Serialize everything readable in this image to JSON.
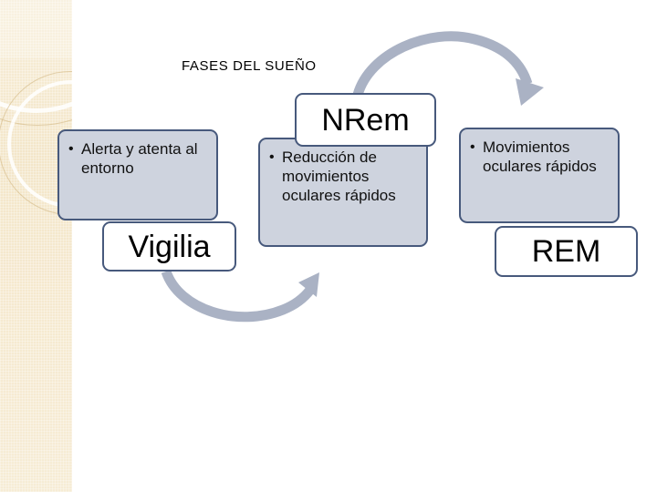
{
  "slide": {
    "title": "FASES DEL SUEÑO",
    "background_color": "#ffffff",
    "side_band_color": "#f3e6c9"
  },
  "theme": {
    "box_fill": "#ced3de",
    "box_border": "#47597c",
    "label_fill": "#ffffff",
    "arrow_color": "#aab2c4",
    "text_color": "#111111"
  },
  "stages": [
    {
      "id": "vigilia",
      "label": "Vigilia",
      "bullets": [
        "Alerta y atenta al entorno"
      ]
    },
    {
      "id": "nrem",
      "label": "NRem",
      "bullets": [
        "Reducción de movimientos oculares rápidos"
      ]
    },
    {
      "id": "rem",
      "label": "REM",
      "bullets": [
        "Movimientos oculares rápidos"
      ]
    }
  ],
  "bullet_glyph": "•",
  "arrows": [
    {
      "id": "nrem-to-rem",
      "direction": "clockwise-top"
    },
    {
      "id": "vigilia-to-nrem",
      "direction": "clockwise-bottom"
    }
  ]
}
